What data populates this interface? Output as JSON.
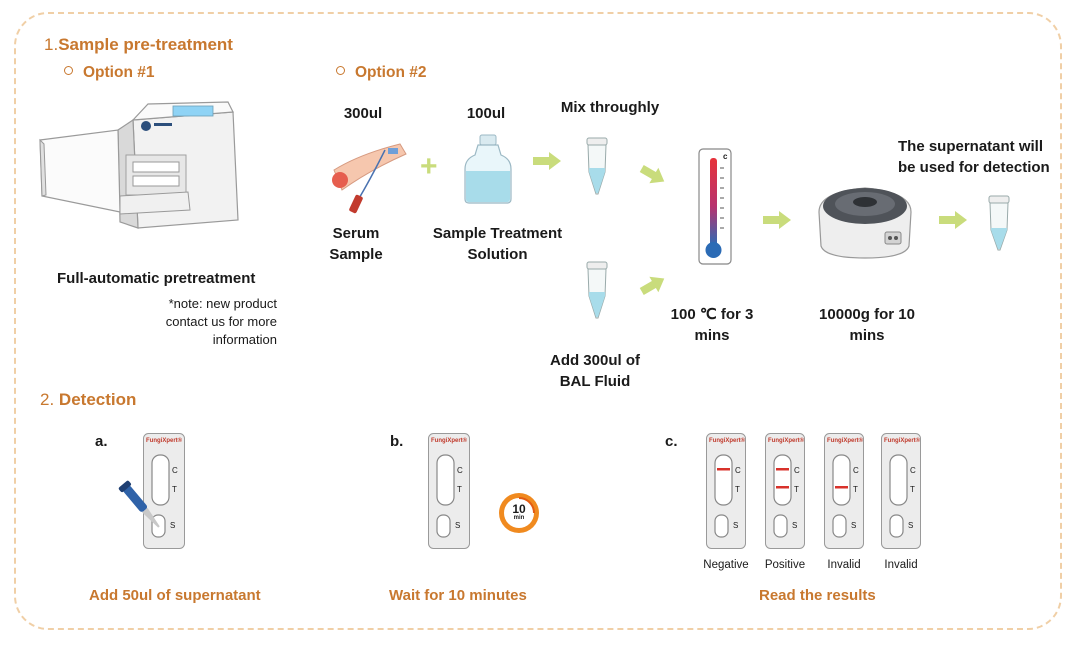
{
  "section1": {
    "number": "1.",
    "title": "Sample pre-treatment",
    "option1": {
      "label": "Option #1",
      "title": "Full-automatic pretreatment",
      "note_lines": [
        "*note: new product",
        "contact us for more",
        "information"
      ]
    },
    "option2": {
      "label": "Option #2",
      "serum_volume": "300ul",
      "solution_volume": "100ul",
      "serum_label": [
        "Serum",
        "Sample"
      ],
      "solution_label": [
        "Sample Treatment",
        "Solution"
      ],
      "mix_label": "Mix throughly",
      "bal_label": [
        "Add  300ul of",
        "BAL Fluid"
      ],
      "heat_label": [
        "100 ℃ for 3",
        "mins"
      ],
      "centrifuge_label": [
        "10000g for 10",
        "mins"
      ],
      "supernatant_label": [
        "The supernatant will",
        "be used for detection"
      ],
      "thermometer_unit": "c"
    }
  },
  "section2": {
    "number": "2.",
    "title": "Detection",
    "step_a": {
      "letter": "a.",
      "caption": "Add 50ul of supernatant"
    },
    "step_b": {
      "letter": "b.",
      "caption": "Wait for 10 minutes",
      "timer_number": "10",
      "timer_unit": "min"
    },
    "step_c": {
      "letter": "c.",
      "caption": "Read the results"
    },
    "cassette": {
      "brand": "FungiXpert®",
      "c_mark": "C",
      "t_mark": "T",
      "s_mark": "S"
    },
    "results": [
      {
        "name": "Negative",
        "c_line": true,
        "t_line": false
      },
      {
        "name": "Positive",
        "c_line": true,
        "t_line": true
      },
      {
        "name": "Invalid",
        "c_line": false,
        "t_line": true
      },
      {
        "name": "Invalid",
        "c_line": false,
        "t_line": false
      }
    ]
  },
  "colors": {
    "accent": "#c8782f",
    "arrow": "#c9dc7c",
    "line_red": "#d8322b",
    "liquid": "#a8dcea"
  }
}
